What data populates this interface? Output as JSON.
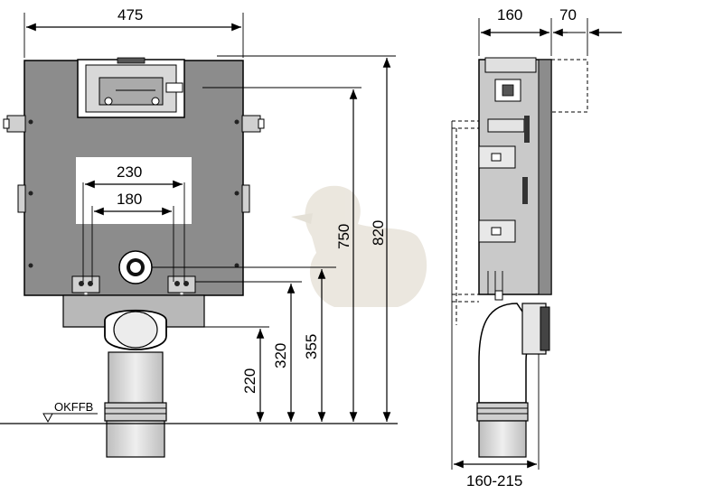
{
  "front_view": {
    "width_label": "475",
    "inner_outer_label": "230",
    "inner_inner_label": "180",
    "height_750_label": "750",
    "height_820_label": "820",
    "height_355_label": "355",
    "height_320_label": "320",
    "height_220_label": "220",
    "floor_label": "OKFFB"
  },
  "side_view": {
    "depth_label": "160",
    "offset_label": "70",
    "range_label": "160-215"
  },
  "colors": {
    "frame_fill": "#8c8c8c",
    "frame_light": "#c9c9c9",
    "pipe_fill": "#d6d6d6",
    "watermark": "#e8e3d9"
  }
}
